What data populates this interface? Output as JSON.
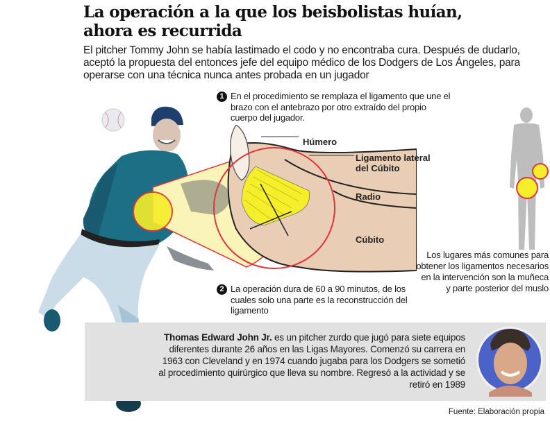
{
  "headline": {
    "line1": "La operación a la que los beisbolistas huían,",
    "line2": "ahora es recurrida"
  },
  "lead": "El pitcher Tommy John se había lastimado el codo y no encontraba cura. Después de dudarlo, aceptó la propuesta del entonces jefe del equipo médico de los Dodgers de Los Ángeles, para operarse con una técnica nunca antes probada en un jugador",
  "steps": [
    {
      "number": "1",
      "text": "En el procedimiento se remplaza el ligamento que une el brazo con el antebrazo por otro extraído del propio cuerpo del jugador."
    },
    {
      "number": "2",
      "text": "La operación dura de 60 a 90 minutos, de los cuales solo una parte es la reconstrucción del ligamento"
    }
  ],
  "anatomy_labels": {
    "humerus": "Húmero",
    "ligament_line1": "Ligamento lateral",
    "ligament_line2": "del Cúbito",
    "radius": "Radio",
    "ulna": "Cúbito"
  },
  "side_note": "Los lugares más comunes para obtener los ligamentos necesarios en la intervención son la muñeca y parte posterior del muslo",
  "bio": {
    "name": "Thomas Edward John Jr.",
    "text": " es un pitcher zurdo que jugó para siete equipos diferentes durante 26 años en las Ligas Mayores. Comenzó su carrera en 1963 con Cleveland y en 1974 cuando jugaba para los Dodgers se sometió al procedimiento quirúrgico que lleva su nombre. Regresó a la actividad y se retiró en 1989"
  },
  "source": "Fuente: Elaboración propia",
  "colors": {
    "highlight_yellow": "#f5ee2a",
    "zoom_cone": "#fbf4b8",
    "circle_red": "#e0343a",
    "skin": "#e9cdb4",
    "jersey_teal": "#1d6f85",
    "silhouette_gray": "#bdbdbd",
    "bio_box": "#e1e1e1",
    "photo_bg": "#4b63c9"
  }
}
